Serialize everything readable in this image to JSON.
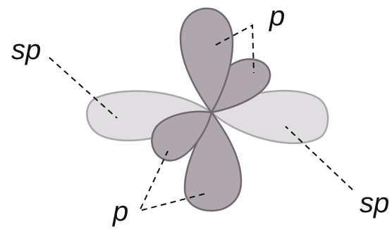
{
  "labels": {
    "sp_left": "sp",
    "sp_right": "sp",
    "p_top": "p",
    "p_bottom": "p"
  },
  "colors": {
    "sp_lobe_fill": "#e0dee0",
    "sp_lobe_stroke": "#a8a6a8",
    "p_lobe_fill": "#aea7ad",
    "p_lobe_stroke": "#6f686e",
    "leader_line": "#111111",
    "background": "#ffffff"
  }
}
